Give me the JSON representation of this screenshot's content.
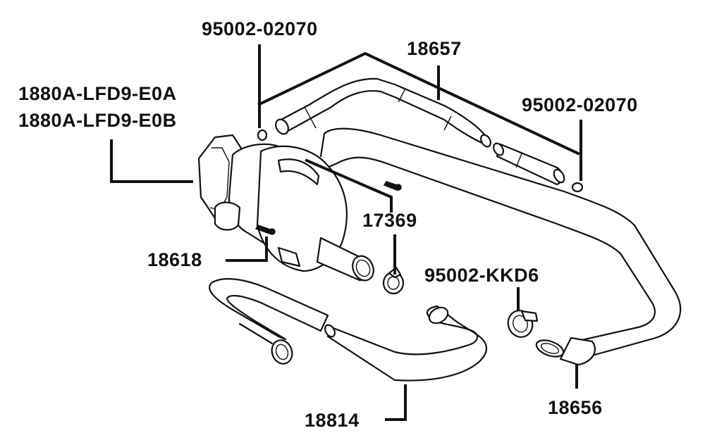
{
  "diagram": {
    "labels": {
      "clamp_top_left": "95002-02070",
      "hose_upper": "18657",
      "clamp_top_right": "95002-02070",
      "canister_a": "1880A-LFD9-E0A",
      "canister_b": "1880A-LFD9-E0B",
      "screw": "17369",
      "canister_body": "18618",
      "clamp_spring": "95002-KKD6",
      "hose_lower_left": "18814",
      "hose_lower_right": "18656"
    }
  }
}
